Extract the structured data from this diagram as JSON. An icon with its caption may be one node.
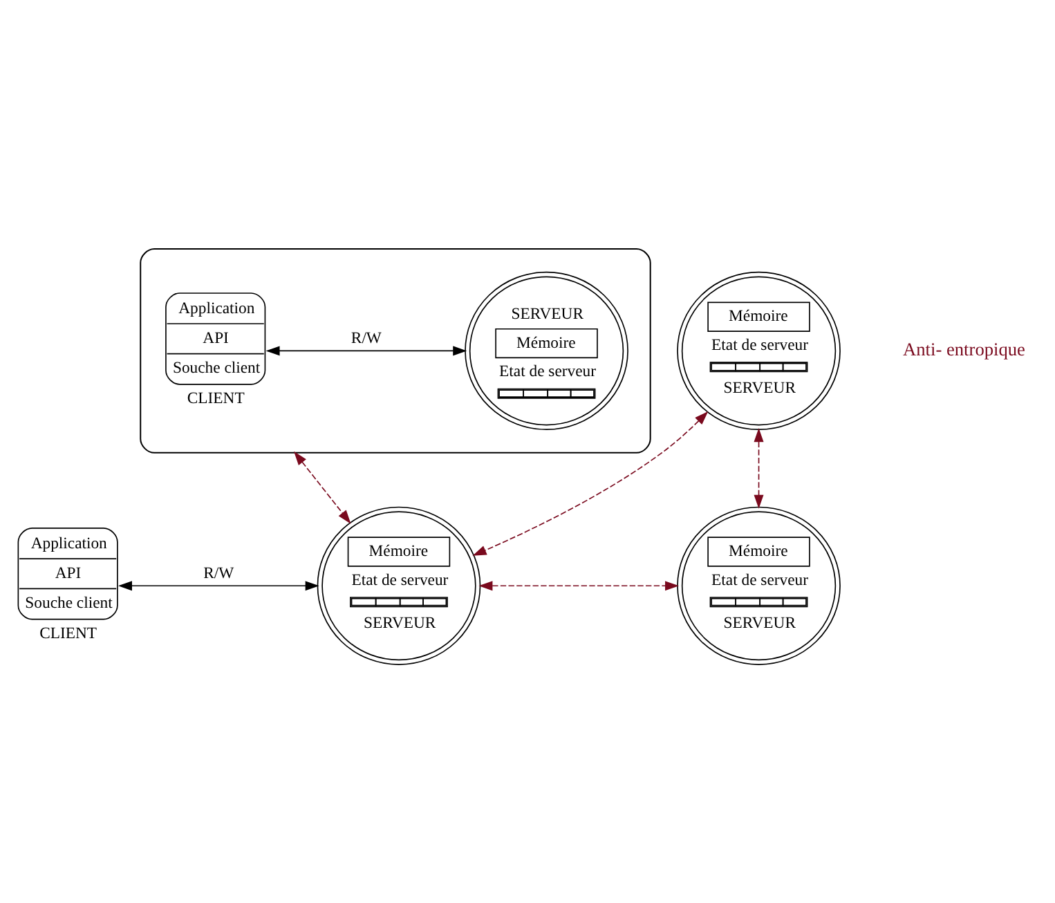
{
  "diagram": {
    "nodes": [
      {
        "text": [],
        "shape": "ellipse"
      },
      {
        "text": [
          "Application",
          "API",
          "Souche client",
          "CLIENT"
        ],
        "in": 0
      },
      {
        "text": [
          "SERVEUR",
          "Mémoire",
          "Etat de serveur"
        ],
        "in": 0
      },
      {
        "text": [
          "Mémoire",
          "Etat de serveur",
          "SERVEUR"
        ]
      },
      {
        "text": [
          "Application",
          "API",
          "Souche client",
          "CLIENT"
        ]
      },
      {
        "text": [
          "Mémoire",
          "Etat de serveur",
          "SERVEUR"
        ]
      },
      {
        "text": [
          "Mémoire",
          "Etat de serveur",
          "SERVEUR"
        ]
      }
    ],
    "edges": [
      {
        "from": 1,
        "to": 2,
        "arrow": "both",
        "label": "R/W",
        "color": "#000000"
      },
      {
        "from": 0,
        "to": 5,
        "arrow": "both",
        "style": "dashed",
        "color": "#7a0a1e"
      },
      {
        "from": 3,
        "to": 5,
        "arrow": "both",
        "style": "dashed",
        "color": "#7a0a1e"
      },
      {
        "from": 3,
        "to": 6,
        "arrow": "both",
        "style": "dashed",
        "color": "#7a0a1e"
      },
      {
        "from": 4,
        "to": 5,
        "arrow": "both",
        "label": "R/W",
        "color": "#000000"
      },
      {
        "from": 5,
        "to": 6,
        "arrow": "both",
        "style": "dashed",
        "color": "#7a0a1e"
      }
    ],
    "labels": [
      "Anti- entropique"
    ]
  }
}
